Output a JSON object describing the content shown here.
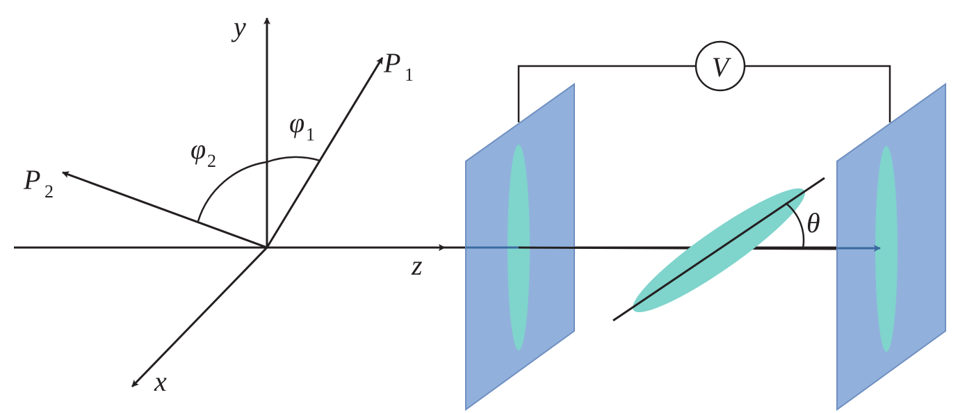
{
  "labels": {
    "y_axis": "y",
    "x_axis": "x",
    "z_axis": "z",
    "p1": "P",
    "p1_sub": "1",
    "p2": "P",
    "p2_sub": "2",
    "phi1": "φ",
    "phi1_sub": "1",
    "phi2": "φ",
    "phi2_sub": "2",
    "voltmeter": "V",
    "theta": "θ"
  },
  "colors": {
    "plate_fill": "#8daedb",
    "plate_edge": "#6f8fc0",
    "ellipse_fill": "#7fd4cc",
    "line": "#231f20",
    "beam_inside": "#2f5f8f"
  }
}
